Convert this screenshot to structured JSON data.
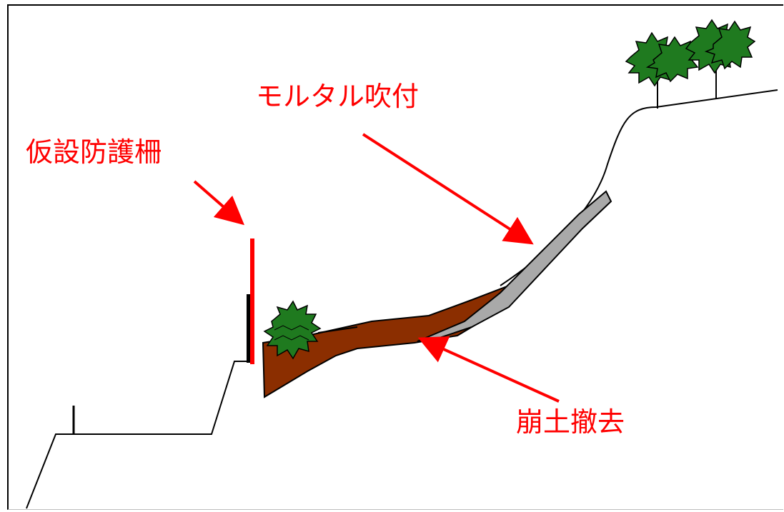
{
  "labels": {
    "fence": "仮設防護柵",
    "mortar": "モルタル吹付",
    "soil_removal": "崩土撤去"
  },
  "colors": {
    "label_text": "#ff0000",
    "arrow": "#ff0000",
    "fence": "#ff0000",
    "soil": "#8b2e00",
    "mortar": "#a9a9a9",
    "tree_foliage": "#1f7a1f",
    "line": "#000000",
    "background": "#ffffff"
  },
  "icons": {
    "tree": "tree-icon",
    "bush": "bush-icon"
  }
}
